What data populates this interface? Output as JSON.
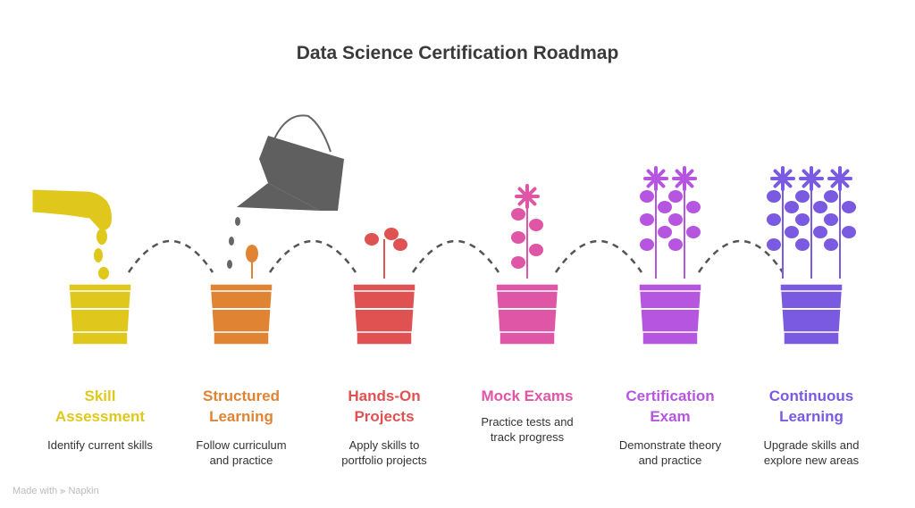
{
  "title": "Data Science Certification Roadmap",
  "steps": [
    {
      "title_line1": "Skill",
      "title_line2": "Assessment",
      "desc_line1": "Identify current skills",
      "desc_line2": "",
      "color": "#dfc81b"
    },
    {
      "title_line1": "Structured",
      "title_line2": "Learning",
      "desc_line1": "Follow curriculum",
      "desc_line2": "and practice",
      "color": "#e08434"
    },
    {
      "title_line1": "Hands-On",
      "title_line2": "Projects",
      "desc_line1": "Apply skills to",
      "desc_line2": "portfolio projects",
      "color": "#e05252"
    },
    {
      "title_line1": "Mock Exams",
      "title_line2": "",
      "desc_line1": "Practice tests and",
      "desc_line2": "track progress",
      "color": "#e056a6"
    },
    {
      "title_line1": "Certification",
      "title_line2": "Exam",
      "desc_line1": "Demonstrate theory",
      "desc_line2": "and practice",
      "color": "#b656e0"
    },
    {
      "title_line1": "Continuous",
      "title_line2": "Learning",
      "desc_line1": "Upgrade skills and",
      "desc_line2": "explore new areas",
      "color": "#7a5ae0"
    }
  ],
  "footer": {
    "made_with": "Made with",
    "brand": "Napkin"
  }
}
